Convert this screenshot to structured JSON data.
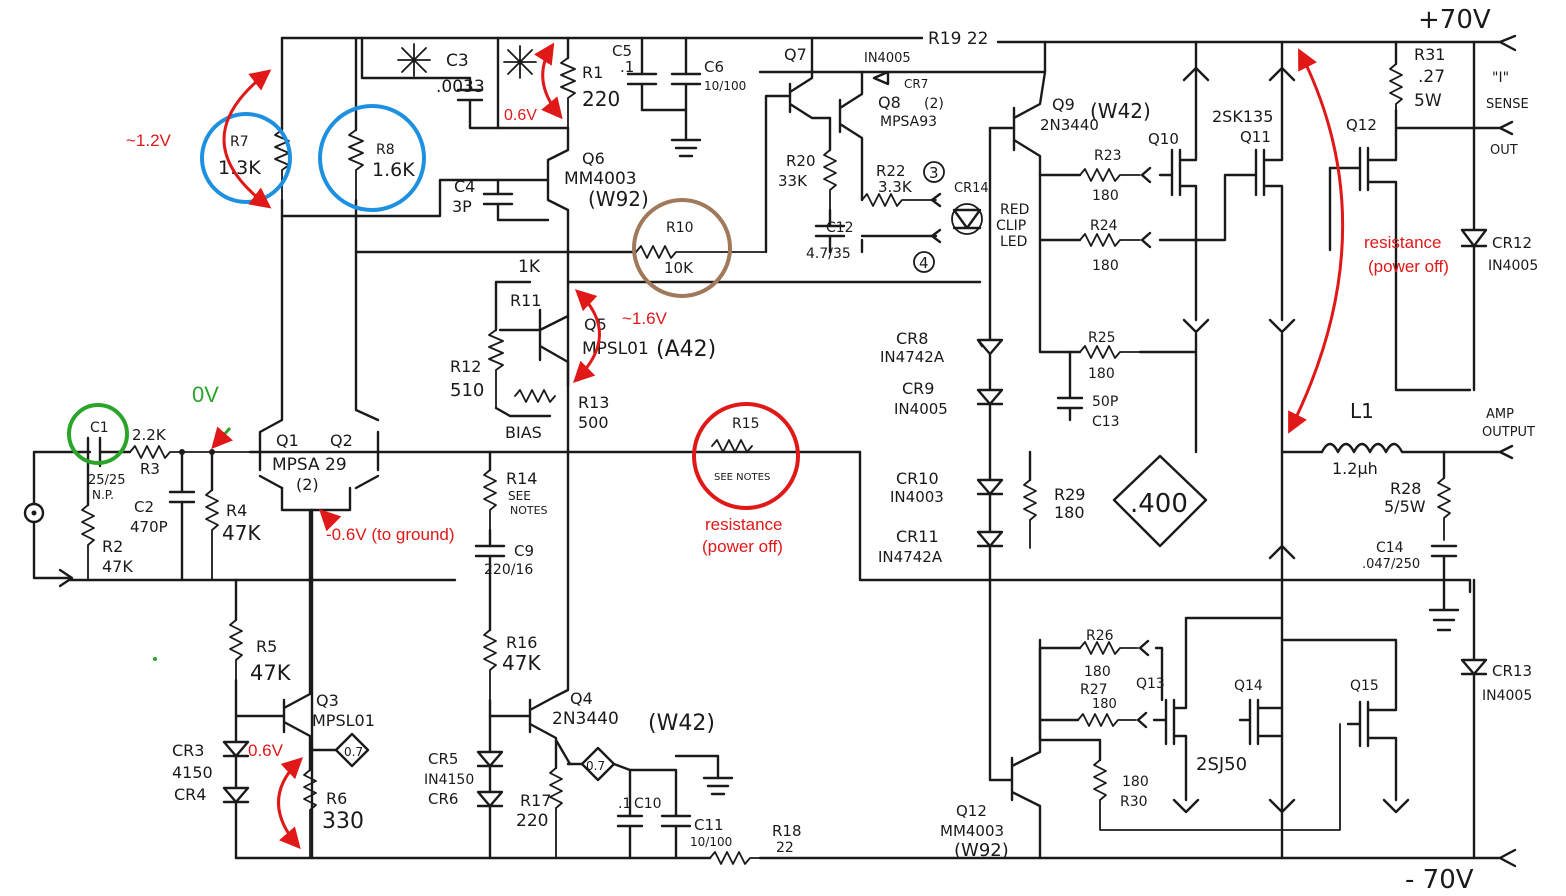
{
  "rails": {
    "pos": "+70V",
    "neg": "- 70V"
  },
  "io": {
    "sense_label": "\"I\"",
    "sense": "SENSE",
    "out": "OUT",
    "amp_output_1": "AMP",
    "amp_output_2": "OUTPUT"
  },
  "labels": {
    "c1": "C1",
    "c1_val1": "25/25",
    "c1_val2": "N.P.",
    "r3": "R3",
    "r3_val": "2.2K",
    "r2": "R2",
    "r2_val": "47K",
    "c2": "C2",
    "c2_val": "470P",
    "r4": "R4",
    "r4_val": "47K",
    "r7": "R7",
    "r7_val": "1.3K",
    "r8": "R8",
    "r8_val": "1.6K",
    "q1": "Q1",
    "q2": "Q2",
    "q12_pair": "MPSA 29",
    "q12_qty": "(2)",
    "c3": "C3",
    "c3_val": ".0033",
    "r1": "R1",
    "r1_val": "220",
    "c5": "C5",
    "c5_val": ".1",
    "c6": "C6",
    "c6_val": "10/100",
    "c4": "C4",
    "c4_val": "3P",
    "q6": "Q6",
    "q6_type": "MM4003",
    "q6_code": "(W92)",
    "r10": "R10",
    "r10_val": "10K",
    "r11_val": "1K",
    "r11": "R11",
    "r12": "R12",
    "r12_val": "510",
    "q5": "Q5",
    "q5_type": "MPSL01",
    "q5_code": "(A42)",
    "bias": "BIAS",
    "r13": "R13",
    "r13_val": "500",
    "r15": "R15",
    "r15_note": "SEE NOTES",
    "r14": "R14",
    "r14_note1": "SEE",
    "r14_note2": "NOTES",
    "c9": "C9",
    "c9_val": "220/16",
    "r5": "R5",
    "r5_val": "47K",
    "q3": "Q3",
    "q3_type": "MPSL01",
    "cr3": "CR3",
    "cr34_val": "4150",
    "cr4": "CR4",
    "r6": "R6",
    "r6_val": "330",
    "bias_box": "0.7",
    "r16": "R16",
    "r16_val": "47K",
    "q4": "Q4",
    "q4_type": "2N3440",
    "q4_code": "(W42)",
    "cr5": "CR5",
    "cr56_val": "IN4150",
    "cr6": "CR6",
    "r17": "R17",
    "r17_val": "220",
    "c10_val": ".1",
    "c10": "C10",
    "c11": "C11",
    "c11_val": "10/100",
    "r18": "R18",
    "r18_val": "22",
    "q7": "Q7",
    "cr7_type": "IN4005",
    "cr7": "CR7",
    "r19": "R19 22",
    "q8": "Q8",
    "q8_qty": "(2)",
    "q8_type": "MPSA93",
    "r20": "R20",
    "r20_val": "33K",
    "r22": "R22",
    "r22_val": "3.3K",
    "node3": "3",
    "node4": "4",
    "cr14": "CR14",
    "c12": "C12",
    "c12_val": "4.7/35",
    "led1": "RED",
    "led2": "CLIP",
    "led3": "LED",
    "cr8": "CR8",
    "cr8_type": "IN4742A",
    "cr9": "CR9",
    "cr9_type": "IN4005",
    "cr10": "CR10",
    "cr10_type": "IN4003",
    "cr11": "CR11",
    "cr11_type": "IN4742A",
    "q9": "Q9",
    "q9_code": "(W42)",
    "q9_type": "2N3440",
    "r23": "R23",
    "r23_val": "180",
    "r24": "R24",
    "r24_val": "180",
    "r25": "R25",
    "r25_val": "180",
    "c13_val": "50P",
    "c13": "C13",
    "r29": "R29",
    "r29_val": "180",
    "mult_box": ".400",
    "q10": "Q10",
    "q11": "Q11",
    "q1011_type": "2SK135",
    "q12_top": "Q12",
    "r31": "R31",
    "r31_val": ".27",
    "r31_w": "5W",
    "cr12": "CR12",
    "cr12_type": "IN4005",
    "l1": "L1",
    "l1_val": "1.2μh",
    "r28": "R28",
    "r28_val": "5/5W",
    "c14": "C14",
    "c14_val": ".047/250",
    "cr13": "CR13",
    "cr13_type": "IN4005",
    "r26": "R26",
    "r26_val": "180",
    "r27": "R27",
    "r27_val": "180",
    "q13": "Q13",
    "q14": "Q14",
    "q15": "Q15",
    "q1315_type": "2SJ50",
    "r30_val": "180",
    "r30": "R30",
    "q12_bot": "Q12",
    "q12b_type": "MM4003",
    "q12b_code": "(W92)"
  },
  "annotations": {
    "v_r7": "~1.2V",
    "v_r1": "0.6V",
    "v_q5": "~1.6V",
    "v_in": "0V",
    "v_tail": "-0.6V (to ground)",
    "v_q3": "0.6V",
    "res_r15_1": "resistance",
    "res_r15_2": "(power off)",
    "res_out_1": "resistance",
    "res_out_2": "(power off)"
  },
  "colors": {
    "ink": "#1a1a1a",
    "red": "#e01818",
    "blue": "#1e90e0",
    "brown": "#a0785a",
    "green": "#2aa52a"
  }
}
